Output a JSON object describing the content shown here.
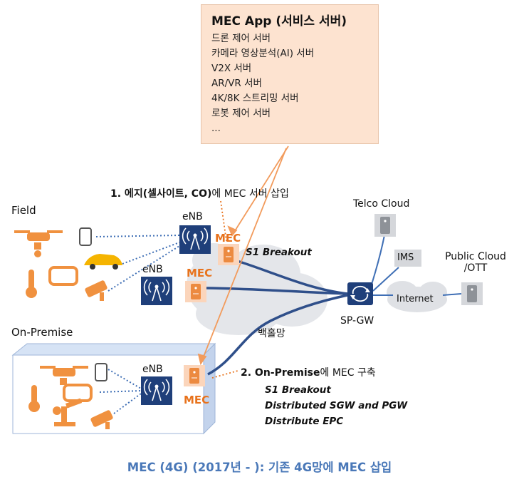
{
  "app_box": {
    "title": "MEC App (서비스 서버)",
    "items": [
      "드론 제어 서버",
      "카메라 영상분석(AI) 서버",
      "V2X 서버",
      "AR/VR 서버",
      "4K/8K 스트리밍 서버",
      "로봇 제어 서버",
      "..."
    ]
  },
  "annotations": {
    "edge_insert_bold": "1. 에지(셀사이트, CO)",
    "edge_insert_rest": "에 MEC 서버 삽입",
    "onprem_build_bold": "2. On-Premise",
    "onprem_build_rest": "에 MEC 구축",
    "s1_breakout": "S1 Breakout",
    "onprem_features": [
      "S1 Breakout",
      "Distributed SGW and PGW",
      "Distribute EPC"
    ]
  },
  "labels": {
    "field": "Field",
    "on_premise": "On-Premise",
    "enb": "eNB",
    "mec": "MEC",
    "backhaul": "백홀망",
    "sp_gw": "SP-GW",
    "telco_cloud": "Telco Cloud",
    "ims": "IMS",
    "internet": "Internet",
    "public_cloud_line1": "Public Cloud",
    "public_cloud_line2": "/OTT"
  },
  "caption": "MEC (4G) (2017년 - ): 기존 4G망에 MEC 삽입",
  "colors": {
    "accent_orange": "#e8731d",
    "navy": "#1f3f7a",
    "caption_blue": "#4a78b8",
    "app_box_bg": "#fde3d0",
    "cloud_gray": "#e4e6ea"
  }
}
